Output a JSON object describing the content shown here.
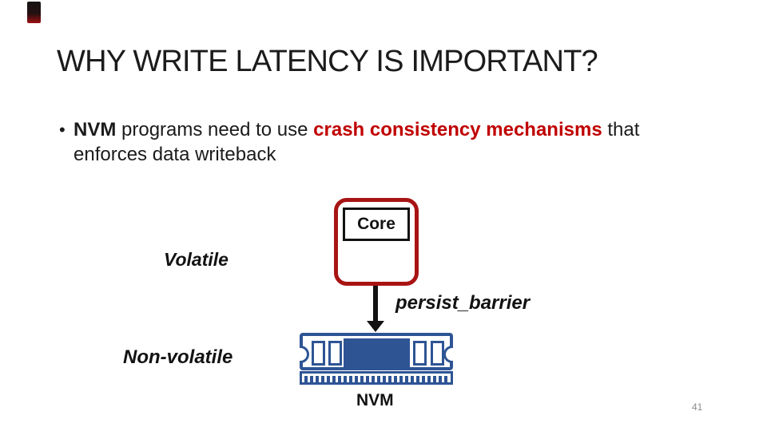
{
  "slide": {
    "title": "WHY WRITE LATENCY IS IMPORTANT?",
    "bullet": {
      "marker": "•",
      "line1_bold": "NVM",
      "line1_mid": " programs need to use ",
      "line1_highlight": "crash consistency mechanisms",
      "line1_post": " that",
      "line2": "enforces data writeback"
    },
    "diagram": {
      "core_label": "Core",
      "volatile_label": "Volatile",
      "nonvolatile_label": "Non-volatile",
      "arrow_label": "persist_barrier",
      "nvm_label": "NVM"
    },
    "page_number": "41",
    "colors": {
      "accent_red": "#C00000",
      "core_border_red": "#A81414",
      "dimm_blue": "#2E5494",
      "text_dark": "#1B1B1B",
      "page_number_gray": "#8B8B8B"
    }
  }
}
